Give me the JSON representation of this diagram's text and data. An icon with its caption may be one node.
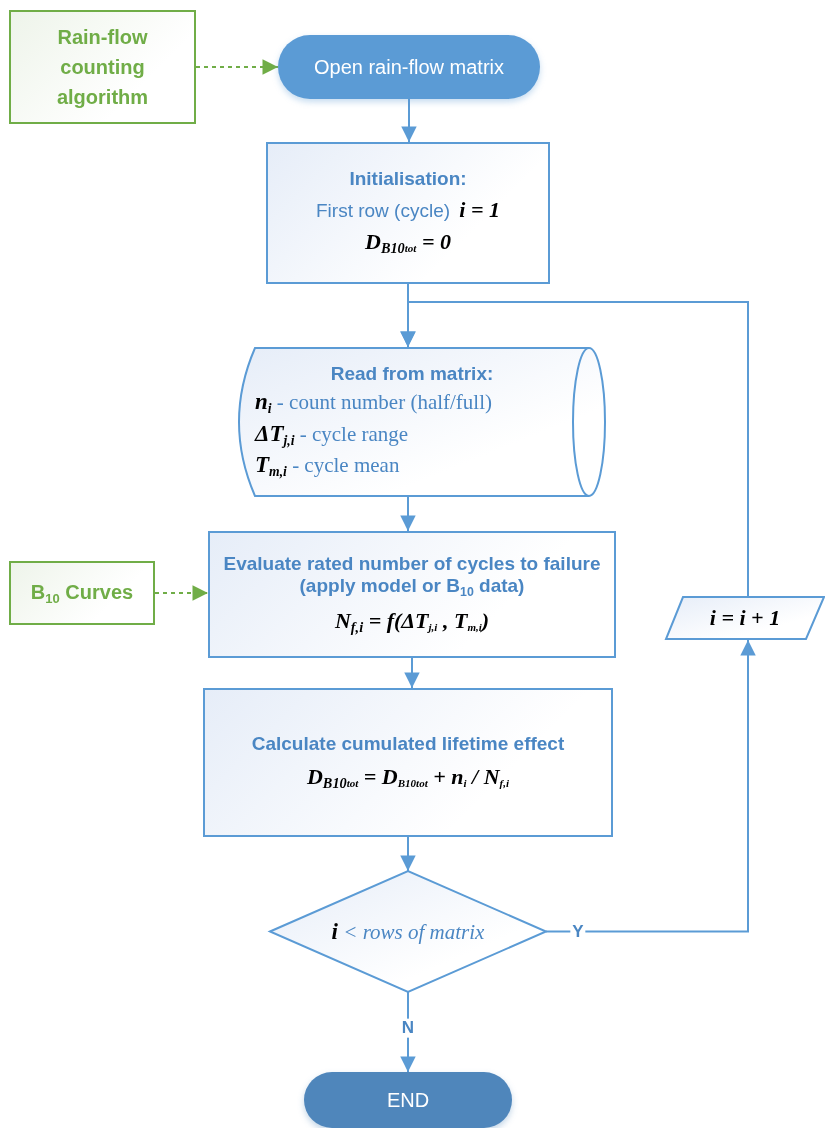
{
  "diagram": {
    "nodes": [
      {
        "text": [
          "Rain-flow counting algorithm"
        ]
      },
      {
        "text": [
          "Open rain-flow matrix"
        ]
      },
      {
        "text": [
          "Initialisation:",
          "First row (cycle) **i = 1**",
          "D$_{B10}$$_{tot}$ = 0"
        ]
      },
      {
        "text": [
          "Read from matrix:",
          "**n**$_{i}$ - count number (half/full)",
          "**ΔT**$_{j,i}$ - cycle range",
          "**T**$_{m,i}$ - cycle mean"
        ]
      },
      {
        "text": [
          "B$_{10}$ Curves"
        ]
      },
      {
        "text": [
          "Evaluate rated number of cycles to failure (apply model or B$_{10}$ data)",
          "N$_{f,i}$ = f(ΔT$_{j,i}$ , T$_{m,i}$)"
        ]
      },
      {
        "text": [
          "Calculate cumulated lifetime effect",
          "D$_{B10}$$_{tot}$ = D$_{B10}$$_{tot}$ + n$_{i}$ / N$_{f,i}$"
        ]
      },
      {
        "text": [
          "**i** < rows of matrix"
        ]
      },
      {
        "text": [
          "i = i + 1"
        ]
      },
      {
        "text": [
          "END"
        ]
      }
    ],
    "edges": [
      {
        "from": 0,
        "to": 1,
        "arrow": "to",
        "style": "dashed",
        "color": "#70ad47"
      },
      {
        "from": 1,
        "to": 2,
        "arrow": "to"
      },
      {
        "from": 2,
        "to": 3,
        "arrow": "to"
      },
      {
        "from": 3,
        "to": 5,
        "arrow": "to"
      },
      {
        "from": 4,
        "to": 5,
        "arrow": "to",
        "style": "dashed",
        "color": "#70ad47"
      },
      {
        "from": 5,
        "to": 6,
        "arrow": "to"
      },
      {
        "from": 6,
        "to": 7,
        "arrow": "to"
      },
      {
        "from": 7,
        "to": 9,
        "arrow": "to",
        "label": "N"
      },
      {
        "from": 7,
        "to": 8,
        "arrow": "to",
        "label": "Y"
      },
      {
        "from": 8,
        "to": 3,
        "arrow": "to"
      }
    ]
  }
}
